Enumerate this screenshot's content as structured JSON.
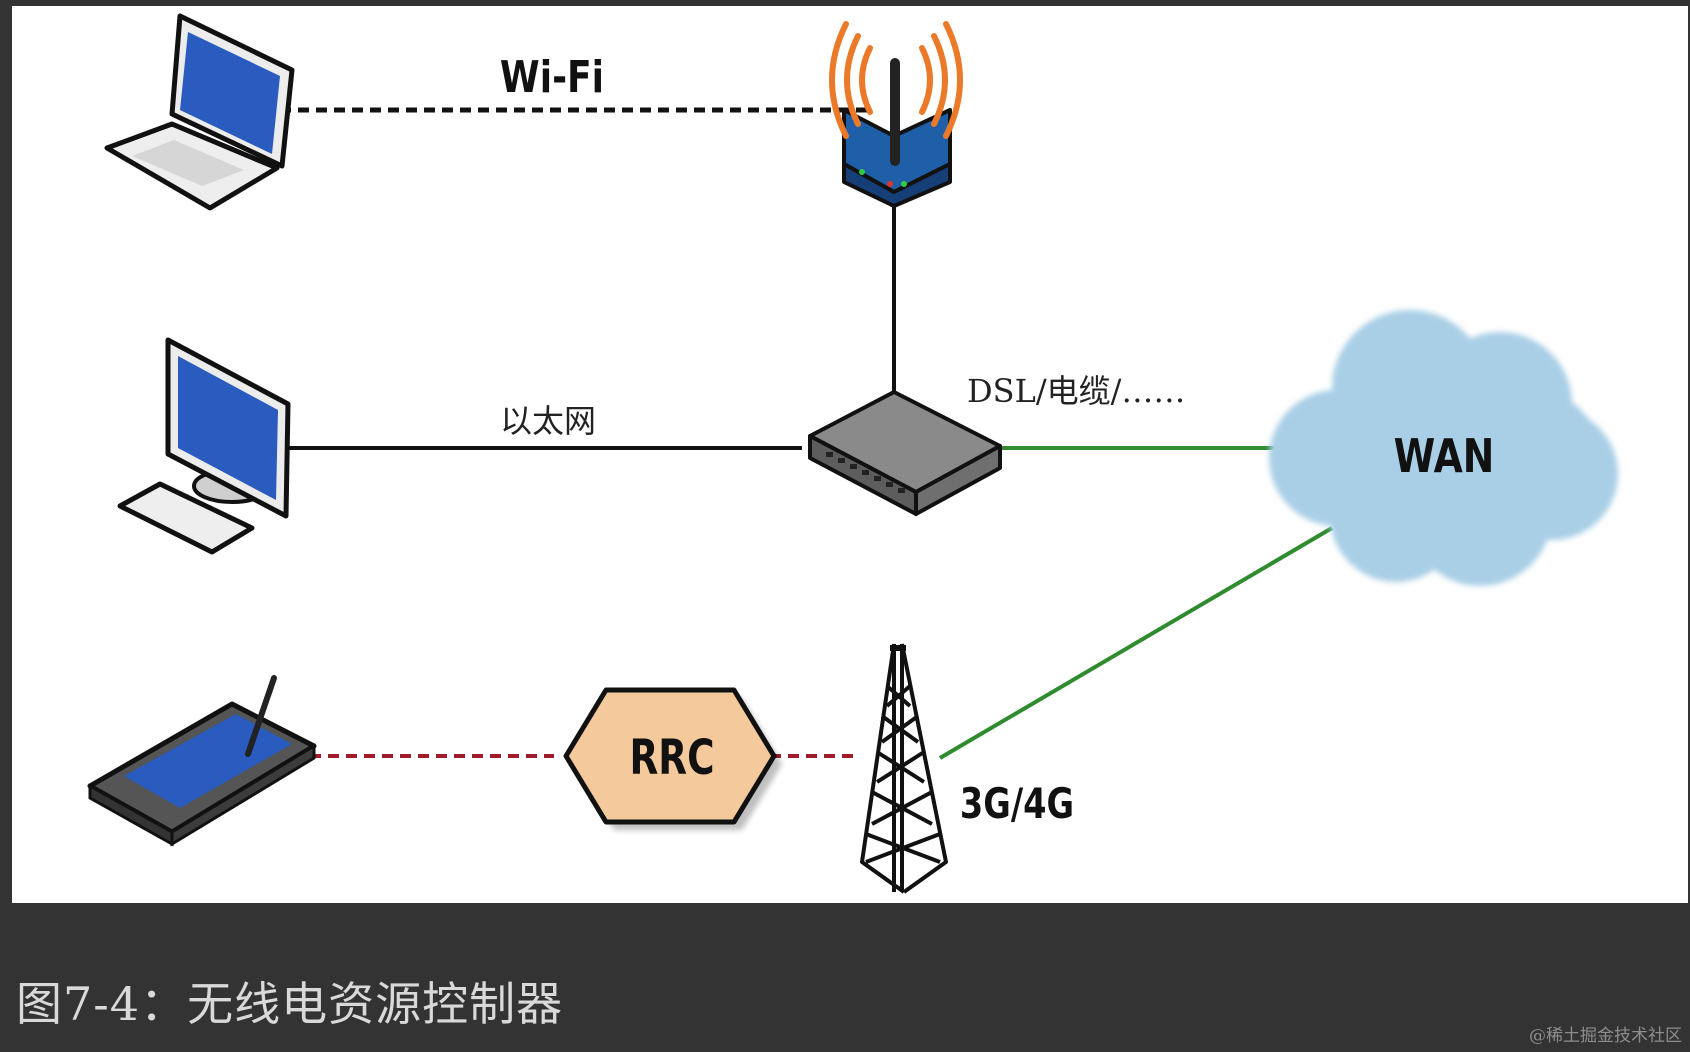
{
  "labels": {
    "wifi": "Wi-Fi",
    "ethernet": "以太网",
    "dsl": "DSL/电缆/……",
    "wan": "WAN",
    "rrc": "RRC",
    "cellular": "3G/4G"
  },
  "caption": "图7-4：无线电资源控制器",
  "watermark": "@稀土掘金技术社区",
  "colors": {
    "wan_link": "#2e8b2e",
    "radio_link": "#a01c2c",
    "cloud": "#a9cfe6",
    "rrc_fill": "#f4c99c",
    "wifi_waves": "#ea7a2a",
    "screen_blue": "#2a5bbf"
  }
}
